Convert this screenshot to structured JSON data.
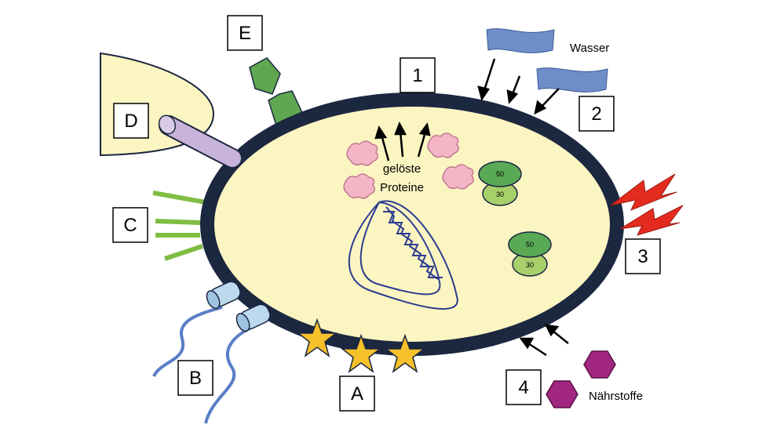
{
  "labels": {
    "box_1": "1",
    "box_2": "2",
    "box_3": "3",
    "box_4": "4",
    "box_a": "A",
    "box_b": "B",
    "box_c": "C",
    "box_d": "D",
    "box_e": "E"
  },
  "text": {
    "wasser": "Wasser",
    "geloeste": "gelöste",
    "proteine": "Proteine",
    "naehrstoffe": "Nährstoffe",
    "ribosome_large": "50",
    "ribosome_small": "30"
  },
  "colors": {
    "cytoplasm": "#fbf5c2",
    "membrane": "#1c2740",
    "protein": "#f4b6c6",
    "ribosome_large": "#5aaa55",
    "ribosome_small": "#a7cf6a",
    "dna": "#2c3c8f",
    "star": "#f6c12a",
    "nutrient": "#a0267f",
    "lightning": "#e42b1f",
    "water": "#6d8ec8",
    "pilus": "#c8b3db",
    "fimbriae": "#7fbd43",
    "flagellum": "#5a7ec8",
    "receptor": "#5fa851"
  }
}
